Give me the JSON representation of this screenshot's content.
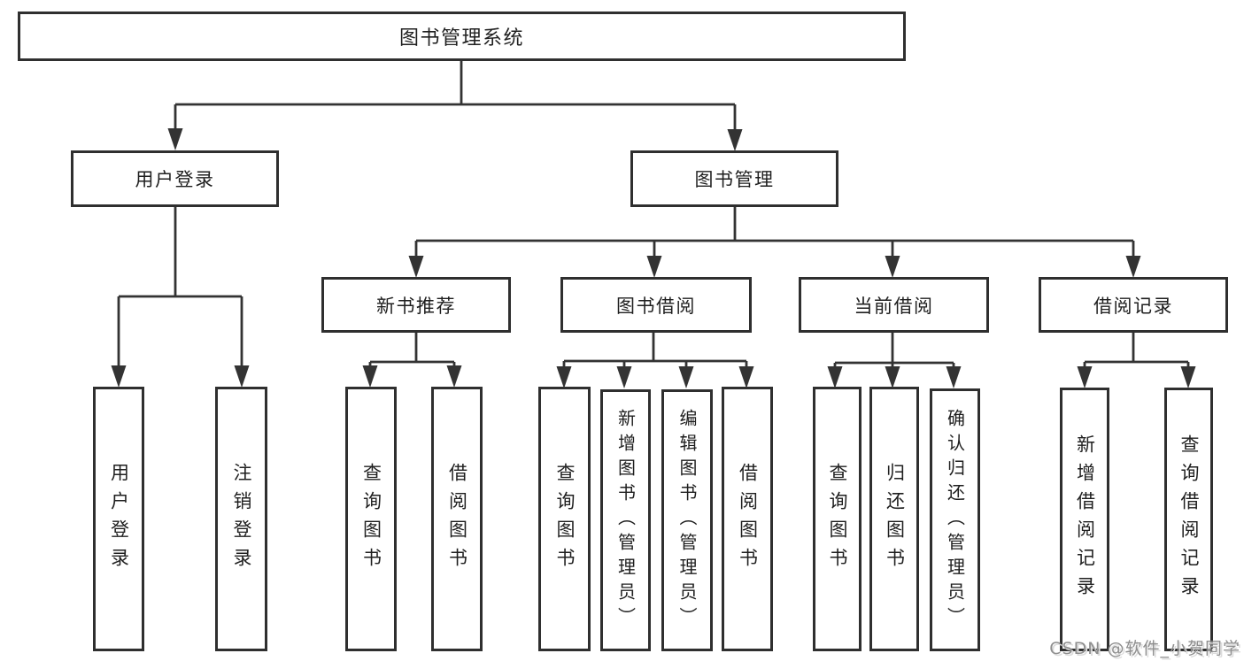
{
  "tree": {
    "label": "图书管理系统",
    "children": [
      {
        "label": "用户登录",
        "children": [
          {
            "label": "用户登录"
          },
          {
            "label": "注销登录"
          }
        ]
      },
      {
        "label": "图书管理",
        "children": [
          {
            "label": "新书推荐",
            "children": [
              {
                "label": "查询图书"
              },
              {
                "label": "借阅图书"
              }
            ]
          },
          {
            "label": "图书借阅",
            "children": [
              {
                "label": "查询图书"
              },
              {
                "label": "新增图书（管理员）"
              },
              {
                "label": "编辑图书（管理员）"
              },
              {
                "label": "借阅图书"
              }
            ]
          },
          {
            "label": "当前借阅",
            "children": [
              {
                "label": "查询图书"
              },
              {
                "label": "归还图书"
              },
              {
                "label": "确认归还（管理员）"
              }
            ]
          },
          {
            "label": "借阅记录",
            "children": [
              {
                "label": "新增借阅记录"
              },
              {
                "label": "查询借阅记录"
              }
            ]
          }
        ]
      }
    ]
  },
  "watermark": {
    "text": "CSDN @软件_小贺同学"
  },
  "colors": {
    "line": "#333333",
    "box_border": "#2f2f2f",
    "text": "#1f1f1f",
    "background": "#ffffff",
    "watermark_text": "#8f8f8f"
  }
}
